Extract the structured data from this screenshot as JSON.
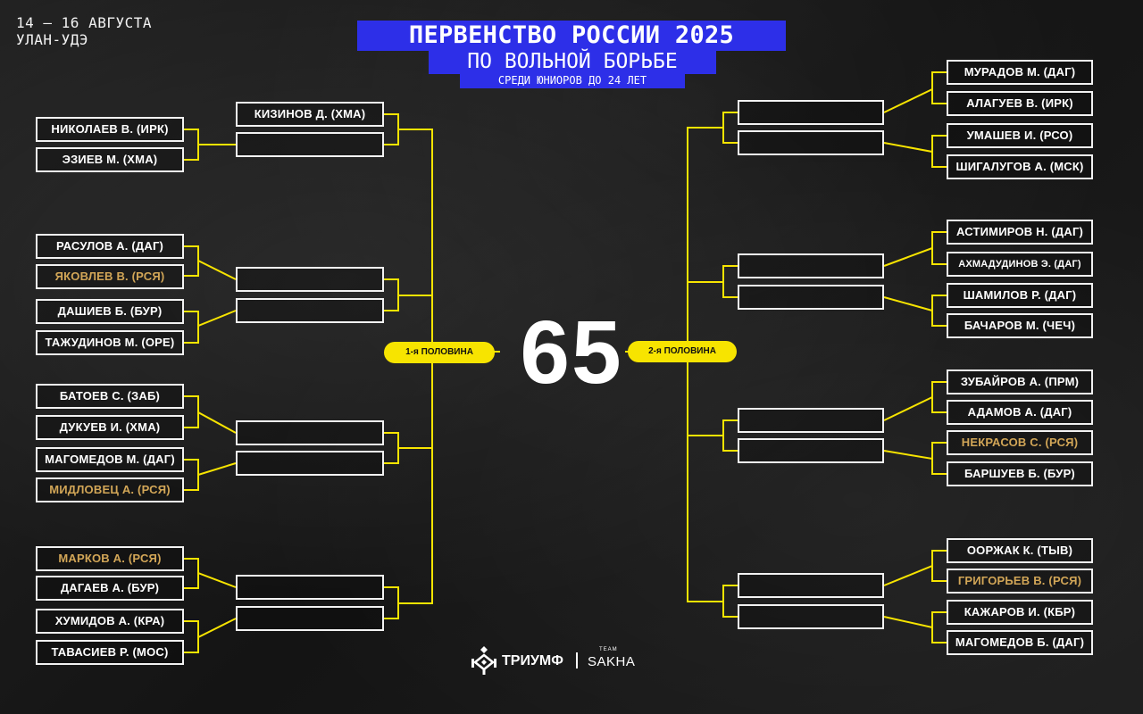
{
  "header": {
    "dates": "14 – 16 АВГУСТА",
    "city": "УЛАН-УДЭ",
    "title": "ПЕРВЕНСТВО РОССИИ 2025",
    "subtitle": "ПО ВОЛЬНОЙ БОРЬБЕ",
    "subtitle2": "СРЕДИ ЮНИОРОВ ДО 24 ЛЕТ"
  },
  "weight": "65",
  "halves": {
    "first": "1-я ПОЛОВИНА",
    "second": "2-я ПОЛОВИНА"
  },
  "colors": {
    "accent_yellow": "#f7e400",
    "title_blue": "#2d2fe8",
    "highlight_gold": "#d2a657"
  },
  "left_round1": [
    {
      "name": "НИКОЛАЕВ В. (ИРК)",
      "highlight": false
    },
    {
      "name": "ЭЗИЕВ М. (ХМА)",
      "highlight": false
    },
    {
      "name": "РАСУЛОВ А. (ДАГ)",
      "highlight": false
    },
    {
      "name": "ЯКОВЛЕВ В. (РСЯ)",
      "highlight": true
    },
    {
      "name": "ДАШИЕВ Б. (БУР)",
      "highlight": false
    },
    {
      "name": "ТАЖУДИНОВ М. (ОРЕ)",
      "highlight": false
    },
    {
      "name": "БАТОЕВ С. (ЗАБ)",
      "highlight": false
    },
    {
      "name": "ДУКУЕВ И. (ХМА)",
      "highlight": false
    },
    {
      "name": "МАГОМЕДОВ М. (ДАГ)",
      "highlight": false
    },
    {
      "name": "МИДЛОВЕЦ А. (РСЯ)",
      "highlight": true
    },
    {
      "name": "МАРКОВ А. (РСЯ)",
      "highlight": true
    },
    {
      "name": "ДАГАЕВ А. (БУР)",
      "highlight": false
    },
    {
      "name": "ХУМИДОВ А. (КРА)",
      "highlight": false
    },
    {
      "name": "ТАВАСИЕВ Р. (МОС)",
      "highlight": false
    }
  ],
  "left_round2": [
    {
      "name": "КИЗИНОВ Д. (ХМА)"
    },
    {
      "name": ""
    },
    {
      "name": ""
    },
    {
      "name": ""
    },
    {
      "name": ""
    },
    {
      "name": ""
    },
    {
      "name": ""
    },
    {
      "name": ""
    }
  ],
  "right_round1": [
    {
      "name": "МУРАДОВ М. (ДАГ)",
      "highlight": false
    },
    {
      "name": "АЛАГУЕВ В. (ИРК)",
      "highlight": false
    },
    {
      "name": "УМАШЕВ И. (РСО)",
      "highlight": false
    },
    {
      "name": "ШИГАЛУГОВ А. (МСК)",
      "highlight": false
    },
    {
      "name": "АСТИМИРОВ Н. (ДАГ)",
      "highlight": false
    },
    {
      "name": "АХМАДУДИНОВ Э. (ДАГ)",
      "highlight": false
    },
    {
      "name": "ШАМИЛОВ Р. (ДАГ)",
      "highlight": false
    },
    {
      "name": "БАЧАРОВ М. (ЧЕЧ)",
      "highlight": false
    },
    {
      "name": "ЗУБАЙРОВ А. (ПРМ)",
      "highlight": false
    },
    {
      "name": "АДАМОВ А. (ДАГ)",
      "highlight": false
    },
    {
      "name": "НЕКРАСОВ С. (РСЯ)",
      "highlight": true
    },
    {
      "name": "БАРШУЕВ Б. (БУР)",
      "highlight": false
    },
    {
      "name": "ООРЖАК К. (ТЫВ)",
      "highlight": false
    },
    {
      "name": "ГРИГОРЬЕВ В. (РСЯ)",
      "highlight": true
    },
    {
      "name": "КАЖАРОВ И. (КБР)",
      "highlight": false
    },
    {
      "name": "МАГОМЕДОВ Б. (ДАГ)",
      "highlight": false
    }
  ],
  "right_round2": [
    {
      "name": ""
    },
    {
      "name": ""
    },
    {
      "name": ""
    },
    {
      "name": ""
    },
    {
      "name": ""
    },
    {
      "name": ""
    },
    {
      "name": ""
    },
    {
      "name": ""
    }
  ],
  "logo": {
    "brand": "ТРИУМФ",
    "team_label": "TEAM",
    "team_name": "SAKHA",
    "icon": "triumph-emblem-icon"
  }
}
